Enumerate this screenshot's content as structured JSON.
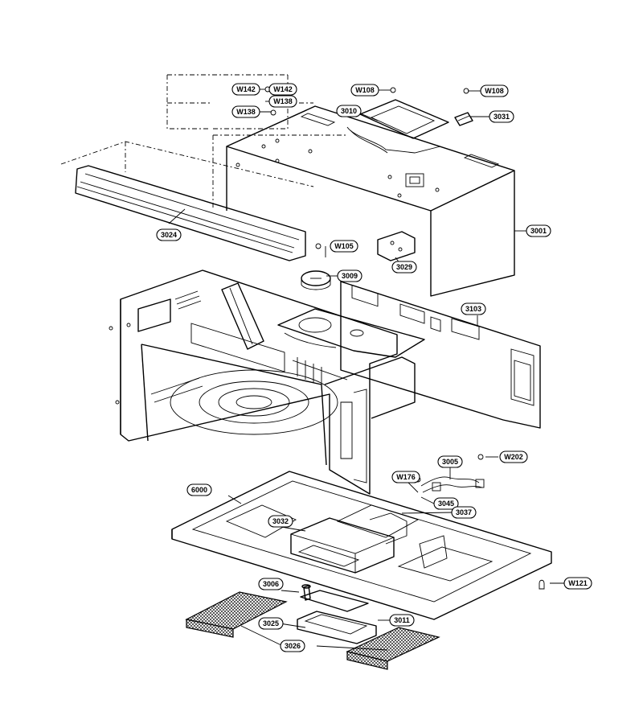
{
  "callouts": [
    {
      "id": "w142-left",
      "text": "W142"
    },
    {
      "id": "w142-right",
      "text": "W142"
    },
    {
      "id": "w138-right",
      "text": "W138"
    },
    {
      "id": "w138-left",
      "text": "W138"
    },
    {
      "id": "w108-left",
      "text": "W108"
    },
    {
      "id": "w108-right",
      "text": "W108"
    },
    {
      "id": "p3010",
      "text": "3010"
    },
    {
      "id": "p3031",
      "text": "3031"
    },
    {
      "id": "p3001",
      "text": "3001"
    },
    {
      "id": "p3024",
      "text": "3024"
    },
    {
      "id": "w105",
      "text": "W105"
    },
    {
      "id": "p3029",
      "text": "3029"
    },
    {
      "id": "p3009",
      "text": "3009"
    },
    {
      "id": "p3103",
      "text": "3103"
    },
    {
      "id": "p3005",
      "text": "3005"
    },
    {
      "id": "w202",
      "text": "W202"
    },
    {
      "id": "w176",
      "text": "W176"
    },
    {
      "id": "p6000",
      "text": "6000"
    },
    {
      "id": "p3045",
      "text": "3045"
    },
    {
      "id": "p3037",
      "text": "3037"
    },
    {
      "id": "p3032",
      "text": "3032"
    },
    {
      "id": "w121",
      "text": "W121"
    },
    {
      "id": "p3006",
      "text": "3006"
    },
    {
      "id": "p3011",
      "text": "3011"
    },
    {
      "id": "p3025",
      "text": "3025"
    },
    {
      "id": "p3026",
      "text": "3026"
    }
  ]
}
